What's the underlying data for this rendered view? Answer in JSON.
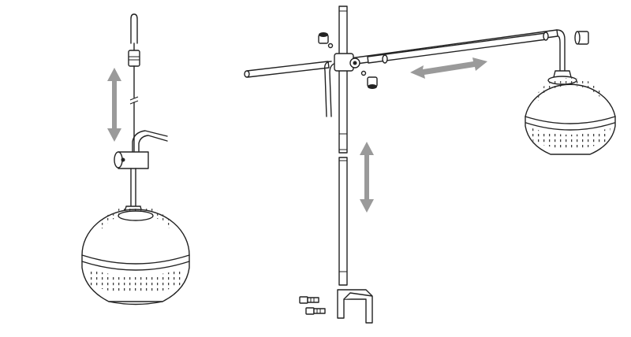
{
  "figure": {
    "panels": [
      "suspension-cable-mount",
      "pole-and-arm-mount"
    ],
    "colors": {
      "line": "#222222",
      "arrow": "#9a9a9a",
      "background": "#ffffff"
    },
    "icons": {
      "height-adjust": "double-arrow-vertical",
      "arm-adjust": "double-arrow-horizontal"
    }
  }
}
